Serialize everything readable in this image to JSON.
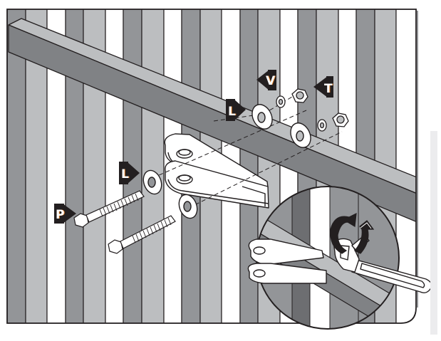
{
  "figure": {
    "kind": "assembly-instruction",
    "description": "Mounting a bracket arm onto a vertical-slat gate/fence with bolts, washers and nuts; inset shows tightening with an adjustable wrench"
  },
  "colors": {
    "slat_dark": "#939598",
    "slat_light": "#bcbec0",
    "slat_white": "#ffffff",
    "outline": "#231f20",
    "bar_top": "#bcbec0",
    "bar_front": "#808285",
    "inset_bg": "#939598",
    "label_bg": "#231f20",
    "label_text": "#ffffff",
    "label_accent": "#e07a1f",
    "side_strip": "#ececee"
  },
  "callouts": [
    {
      "id": "P",
      "letter": "P",
      "meaning": "bolt",
      "pointer": "right"
    },
    {
      "id": "L1",
      "letter": "L",
      "meaning": "large washer (front)",
      "pointer": "right"
    },
    {
      "id": "L2",
      "letter": "L",
      "meaning": "large washer (back)",
      "pointer": "right"
    },
    {
      "id": "V",
      "letter": "V",
      "meaning": "small washer",
      "pointer": "left"
    },
    {
      "id": "T",
      "letter": "T",
      "meaning": "nut",
      "pointer": "left"
    }
  ],
  "parts": {
    "bolts": 2,
    "large_washers": 4,
    "small_washers": 2,
    "nuts": 2,
    "bracket": "double-leaf hinge bracket",
    "tool": "adjustable-wrench"
  },
  "inset": {
    "action": "tighten",
    "rotation_icon": "clockwise-arrow"
  }
}
